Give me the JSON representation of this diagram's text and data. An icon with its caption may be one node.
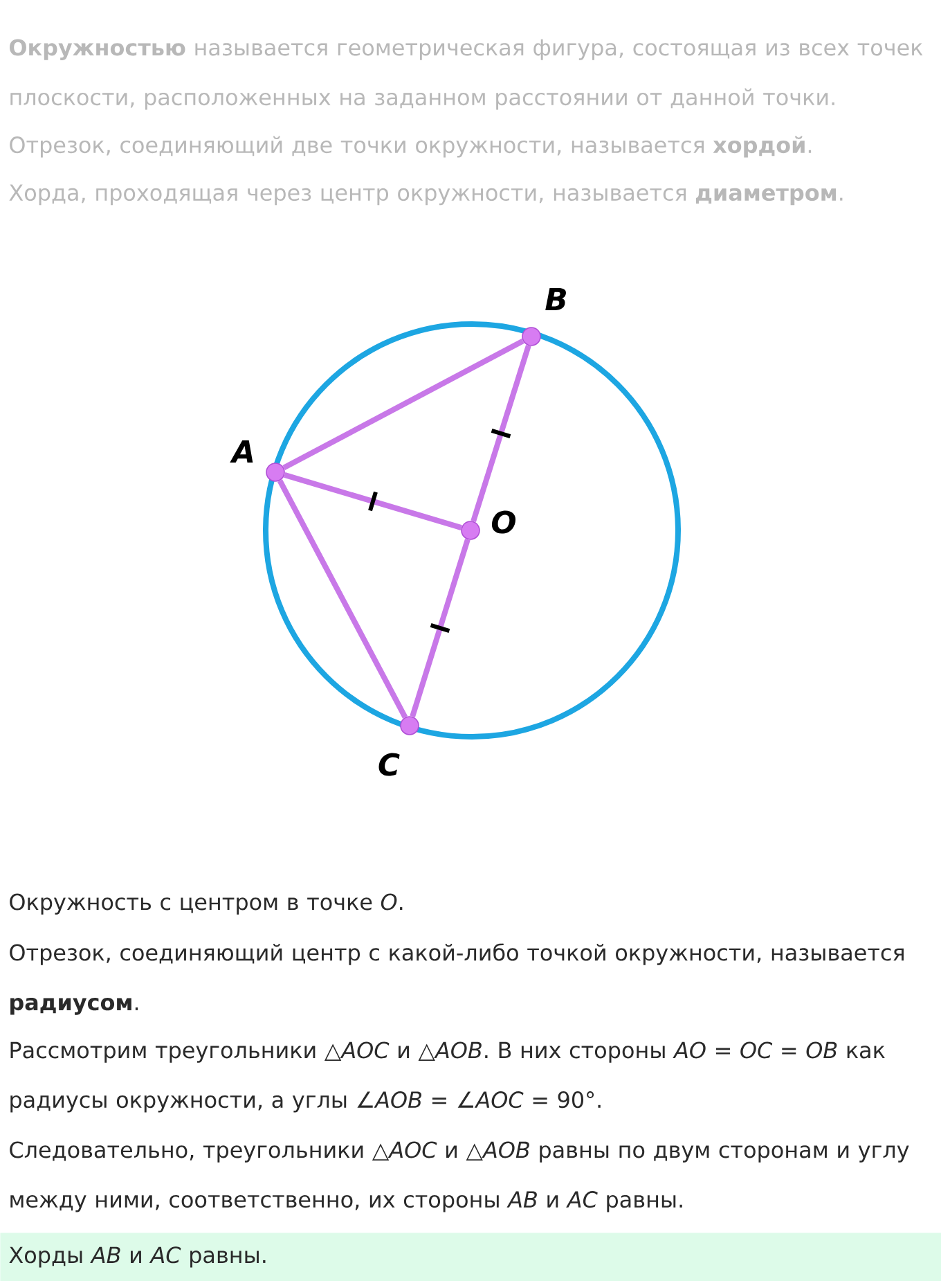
{
  "diagram": {
    "nodes": [
      {
        "text": [],
        "shape": "circle",
        "beside": [
          "B"
        ]
      },
      {
        "text": [],
        "shape": "circle",
        "beside": [
          "A"
        ]
      },
      {
        "text": [],
        "shape": "circle",
        "beside": [
          "O"
        ]
      },
      {
        "text": [],
        "shape": "circle",
        "beside": [
          "C"
        ]
      },
      {
        "text": [
          "Хорды *AB* и *AC* равны."
        ]
      }
    ],
    "edges": [
      {
        "from": 1,
        "to": 0,
        "arrow": "none"
      },
      {
        "from": 1,
        "to": 2,
        "arrow": "none"
      },
      {
        "from": 2,
        "to": 0,
        "arrow": "none"
      },
      {
        "from": 2,
        "to": 3,
        "arrow": "none"
      },
      {
        "from": 1,
        "to": 3,
        "arrow": "none"
      }
    ],
    "labels": [
      "**Окружностью** называется геометрическая фигура, состоящая из всех точек плоскости, расположенных на заданном расстоянии от данной точки.",
      "Отрезок, соединяющий две точки окружности, называется **хордой**.",
      "Хорда, проходящая через центр окружности, называется **диаметром**.",
      "Окружность с центром в точке *O*.",
      "Отрезок, соединяющий центр с какой-либо точкой окружности, называется **радиусом**.",
      "Рассмотрим треугольники △*AOC* и △*AOB*. В них стороны *AO* = *OC* = *OB* как радиусы окружности, а углы ∠*AOB* = ∠*AOC* = 90°.",
      "Следовательно, треугольники △*AOC* и △*AOB* равны по двум сторонам и углу между ними, соответственно, их стороны *AB* и *AC* равны."
    ]
  }
}
